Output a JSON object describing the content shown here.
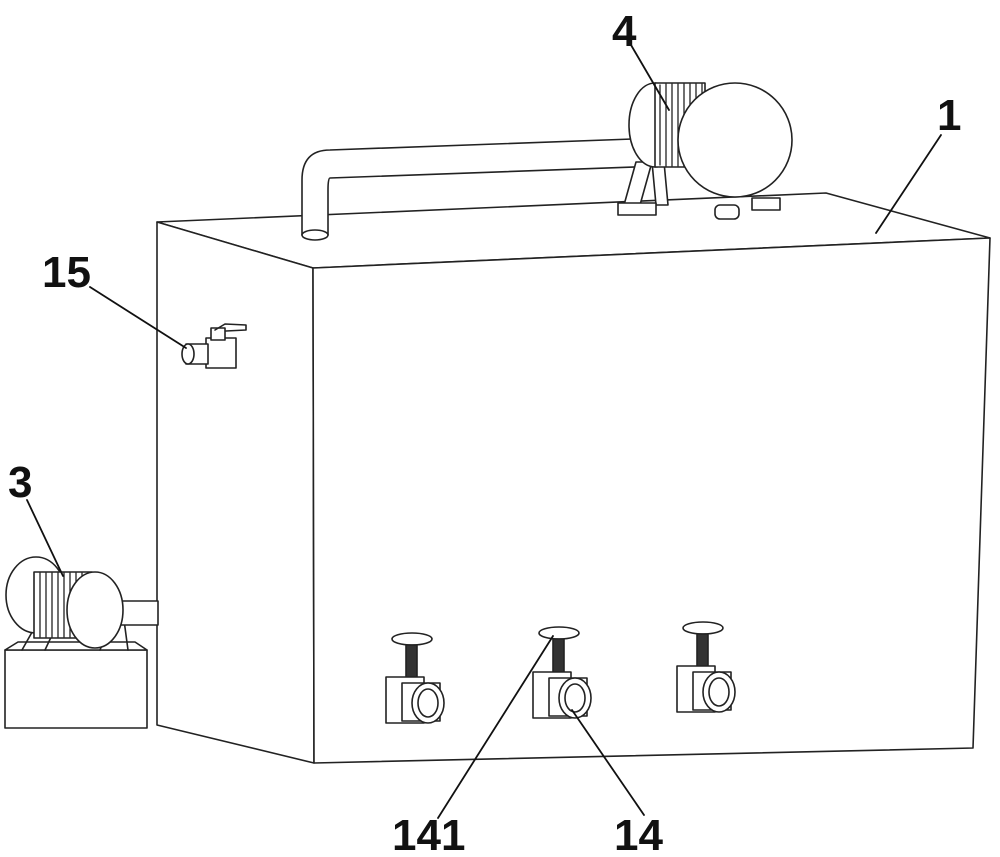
{
  "labels": {
    "tank": "1",
    "side_motor": "3",
    "top_motor": "4",
    "valve": "14",
    "handwheel": "141",
    "side_valve": "15"
  }
}
